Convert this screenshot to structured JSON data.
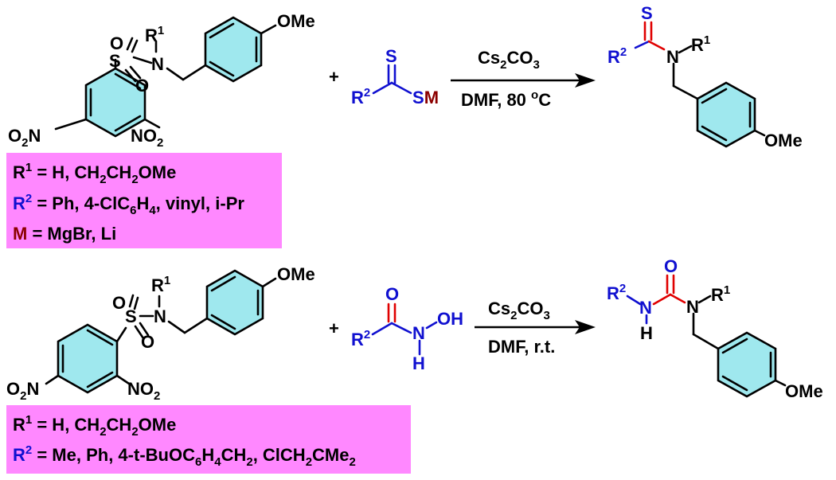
{
  "scheme": {
    "reaction1": {
      "reactant_labels": {
        "substituent_r1": "R",
        "r1_sup": "1",
        "methoxy": "OMe",
        "sulfonyl_s": "S",
        "sulfonyl_o": "O",
        "amine_n": "N",
        "nitro_o2n": "O",
        "nitro_o2n_sub": "2",
        "nitro_o2n_n": "N",
        "nitro_no2": "NO",
        "nitro_no2_sub": "2"
      },
      "plus": "+",
      "reagent_labels": {
        "s_top": "S",
        "r2": "R",
        "r2_sup": "2",
        "sm": "SM",
        "s_part": "S",
        "m_part": "M"
      },
      "conditions": {
        "top": "Cs",
        "top_sub": "2",
        "top_rest": "CO",
        "top_sub2": "3",
        "bottom": "DMF, 80 ",
        "bottom_sup": "o",
        "bottom_unit": "C"
      },
      "product_labels": {
        "s": "S",
        "r2": "R",
        "r2_sup": "2",
        "n": "N",
        "r1": "R",
        "r1_sup": "1",
        "methoxy": "OMe"
      },
      "box": {
        "line1": {
          "r": "R",
          "sup": "1",
          "text": " = H, CH",
          "s1": "2",
          "t2": "CH",
          "s2": "2",
          "t3": "OMe"
        },
        "line2": {
          "r": "R",
          "sup": "2",
          "text": " = Ph, 4-ClC",
          "s1": "6",
          "t2": "H",
          "s2": "4",
          "t3": ", vinyl, i-Pr"
        },
        "line3": {
          "m": "M",
          "text": " = MgBr, Li"
        }
      }
    },
    "reaction2": {
      "plus": "+",
      "reagent_labels": {
        "o": "O",
        "r2": "R",
        "r2_sup": "2",
        "n": "N",
        "oh": "OH",
        "h": "H"
      },
      "conditions": {
        "top": "Cs",
        "top_sub": "2",
        "top_rest": "CO",
        "top_sub2": "3",
        "bottom": "DMF, r.t."
      },
      "product_labels": {
        "o": "O",
        "r2": "R",
        "r2_sup": "2",
        "nh_n": "N",
        "nh_h": "H",
        "n": "N",
        "r1": "R",
        "r1_sup": "1",
        "methoxy": "OMe"
      },
      "box": {
        "line1": {
          "r": "R",
          "sup": "1",
          "text": " = H, CH",
          "s1": "2",
          "t2": "CH",
          "s2": "2",
          "t3": "OMe"
        },
        "line2": {
          "r": "R",
          "sup": "2",
          "text": " = Me, Ph, 4-t-BuOC",
          "s1": "6",
          "t2": "H",
          "s2": "4",
          "t3": "CH",
          "s3": "2",
          "t4": ", ClCH",
          "s4": "2",
          "t5": "CMe",
          "s5": "2"
        }
      }
    }
  },
  "colors": {
    "blue": "#1010d0",
    "red": "#e00000",
    "dark_red": "#8b0000",
    "ring_fill": "#9fe8ee",
    "box_fill": "#ff88ff"
  }
}
